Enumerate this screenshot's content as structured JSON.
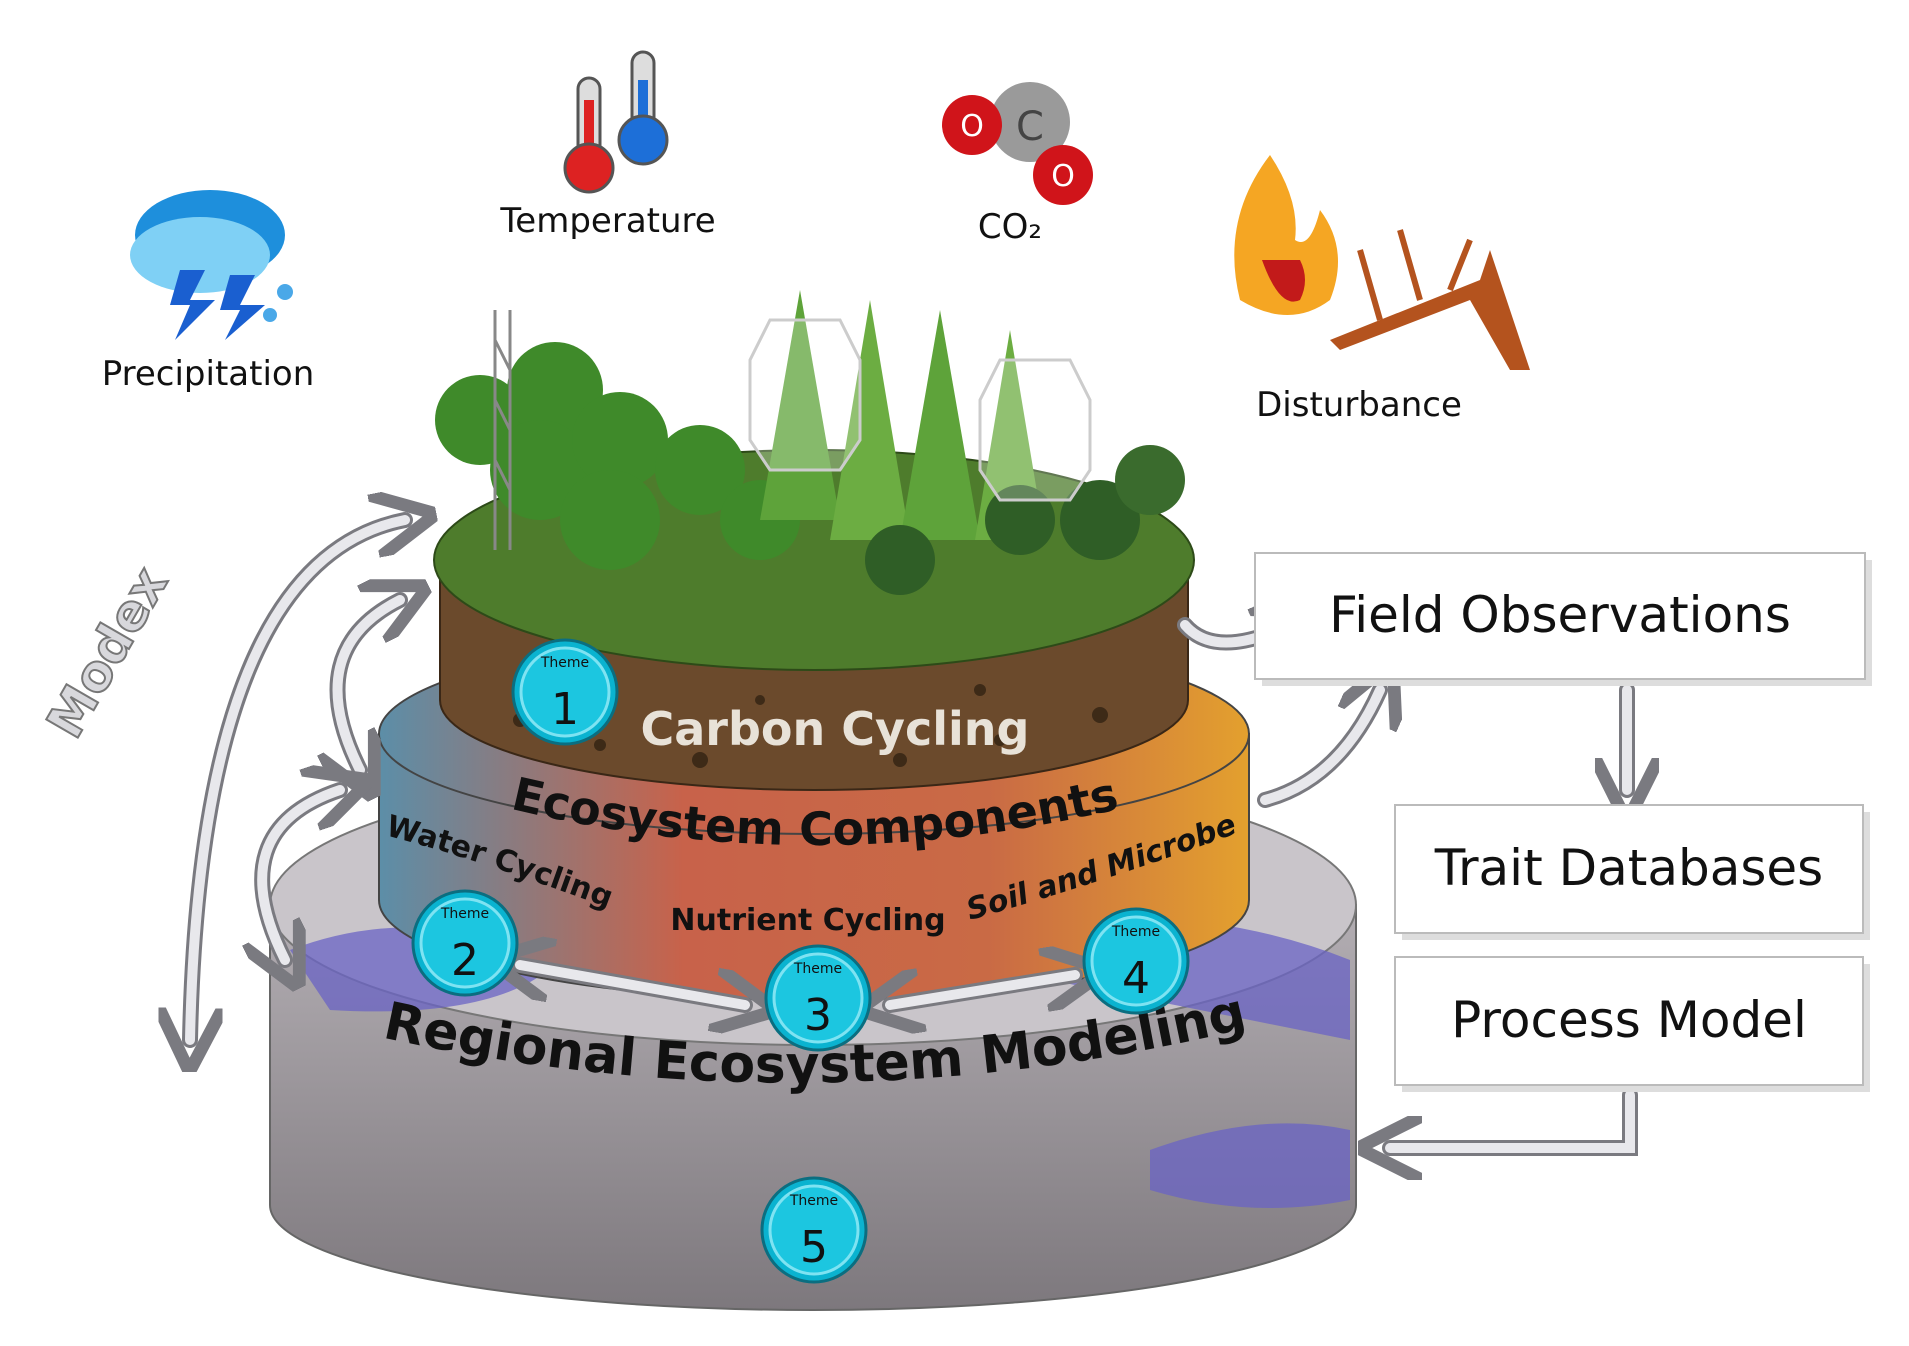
{
  "drivers": {
    "precipitation": {
      "label": "Precipitation",
      "icon": "cloud-rain-icon"
    },
    "temperature": {
      "label": "Temperature",
      "icon": "thermometer-icon"
    },
    "co2": {
      "label": "CO₂",
      "icon": "co2-molecule-icon",
      "atoms": [
        "O",
        "C",
        "O"
      ]
    },
    "disturbance": {
      "label": "Disturbance",
      "icon": "fire-fallen-tree-icon"
    }
  },
  "layers": {
    "carbon": {
      "label": "Carbon Cycling",
      "color": "#6b4a2c"
    },
    "ecosystem": {
      "label": "Ecosystem Components",
      "sub": [
        "Water Cycling",
        "Nutrient Cycling",
        "Soil and Microbes"
      ]
    },
    "regional": {
      "label": "Regional Ecosystem Modeling",
      "color": "#8f8a8f"
    }
  },
  "themes": [
    {
      "word": "Theme",
      "number": "1"
    },
    {
      "word": "Theme",
      "number": "2"
    },
    {
      "word": "Theme",
      "number": "3"
    },
    {
      "word": "Theme",
      "number": "4"
    },
    {
      "word": "Theme",
      "number": "5"
    }
  ],
  "modex": "Modex",
  "workflow": [
    "Field Observations",
    "Trait Databases",
    "Process Model"
  ]
}
